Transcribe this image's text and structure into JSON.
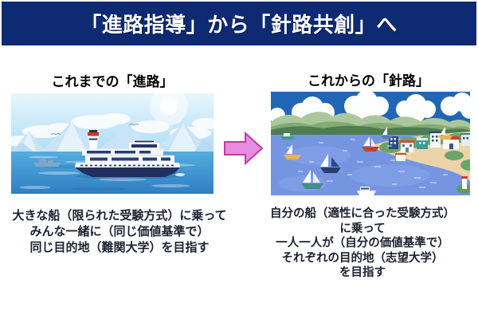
{
  "slide": {
    "title": "「進路指導」から「針路共創」へ",
    "colors": {
      "banner_bg": "#0d2a73",
      "banner_text": "#ffffff",
      "heading_text": "#000000",
      "body_text": "#1c2130",
      "arrow_fill": "#e78ce0",
      "arrow_border": "#bf3b9e"
    }
  },
  "left_panel": {
    "heading": "これまでの「進路」",
    "illustration": "big-cruise-ship-on-ocean",
    "body_lines": [
      "大きな船（限られた受験方式）に乗って",
      "みんな一緒に（同じ価値基準で）",
      "同じ目的地（難関大学）を目指す"
    ]
  },
  "arrow": {
    "direction": "right"
  },
  "right_panel": {
    "heading": "これからの「針路」",
    "illustration": "many-small-sailboats-coastal-town",
    "body_lines": [
      "自分の船（適性に合った受験方式）",
      "に乗って",
      "一人一人が（自分の価値基準で）",
      "それぞれの目的地（志望大学）",
      "を目指す"
    ]
  }
}
